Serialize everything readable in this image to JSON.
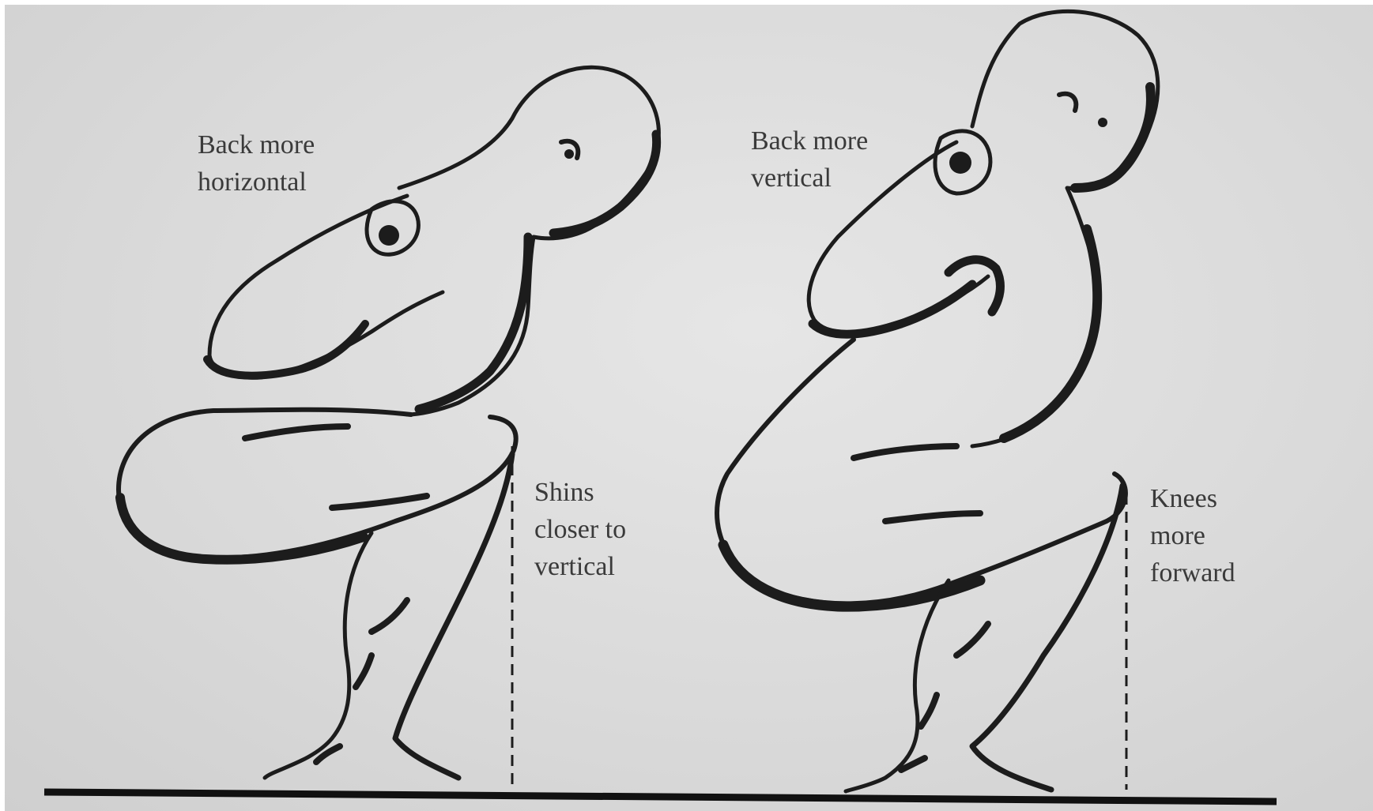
{
  "labels": {
    "left_back": [
      "Back more",
      "horizontal"
    ],
    "right_back": [
      "Back more",
      "vertical"
    ],
    "left_shins": [
      "Shins",
      "closer to",
      "vertical"
    ],
    "right_knees": [
      "Knees",
      "more",
      "forward"
    ]
  },
  "colors": {
    "paper": "#dadada",
    "ink": "#1c1c1c",
    "text": "#3a3a3a"
  }
}
